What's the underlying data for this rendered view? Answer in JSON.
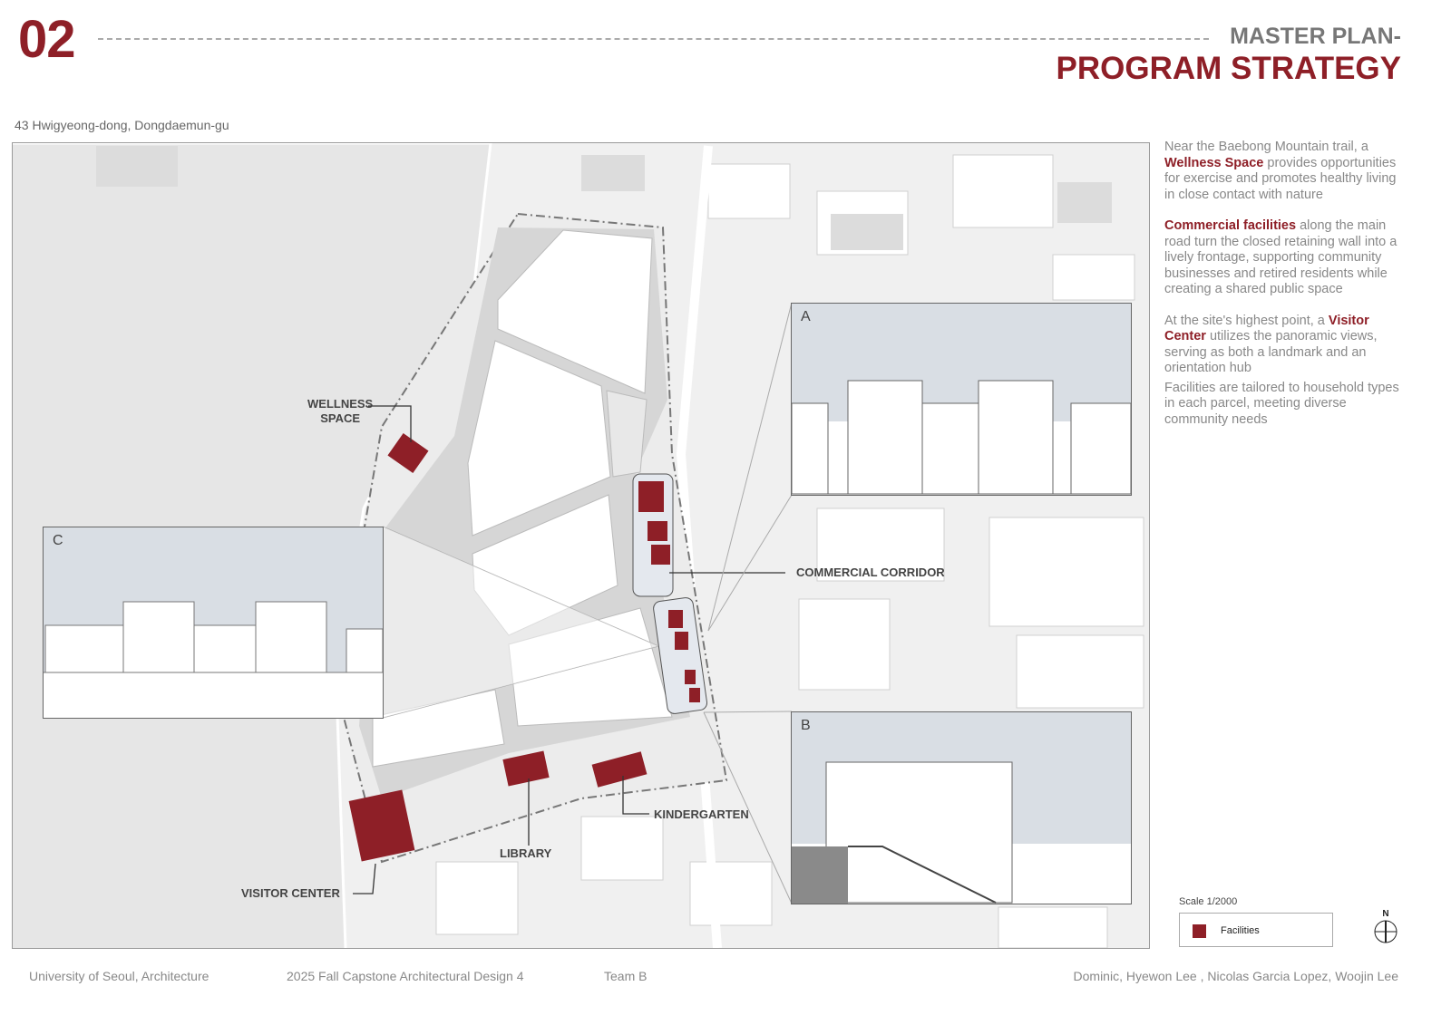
{
  "header": {
    "number": "02",
    "subtitle": "MASTER PLAN-",
    "title": "PROGRAM STRATEGY"
  },
  "address": "43 Hwigyeong-dong, Dongdaemun-gu",
  "description": [
    {
      "pre": "Near the Baebong Mountain trail, a ",
      "hl": "Wellness Space",
      "post": " provides opportunities for exercise and promotes healthy living in close contact with nature"
    },
    {
      "pre": "",
      "hl": "Commercial facilities",
      "post": " along the main road turn the closed retaining wall into a lively frontage, supporting community businesses and retired residents while creating a shared public space"
    },
    {
      "pre": "At the site's highest point, a ",
      "hl": "Visitor Center",
      "post": " utilizes the panoramic views, serving as both a landmark and an orientation hub"
    },
    {
      "pre": "Facilities are tailored to household types in each parcel, meeting diverse community needs",
      "hl": "",
      "post": ""
    }
  ],
  "map_labels": {
    "wellness": "WELLNESS\nSPACE",
    "commercial": "COMMERCIAL CORRIDOR",
    "kindergarten": "KINDERGARTEN",
    "library": "LIBRARY",
    "visitor": "VISITOR CENTER"
  },
  "insets": {
    "a": "A",
    "b": "B",
    "c": "C"
  },
  "legend": {
    "scale": "Scale 1/2000",
    "item": "Facilities",
    "north": "N"
  },
  "colors": {
    "accent": "#8e1f27",
    "sky": "#d9dee4"
  },
  "footer": {
    "school": "University of Seoul, Architecture",
    "course": "2025 Fall Capstone Architectural Design 4",
    "team": "Team B",
    "members": "Dominic, Hyewon Lee , Nicolas Garcia Lopez, Woojin Lee"
  }
}
